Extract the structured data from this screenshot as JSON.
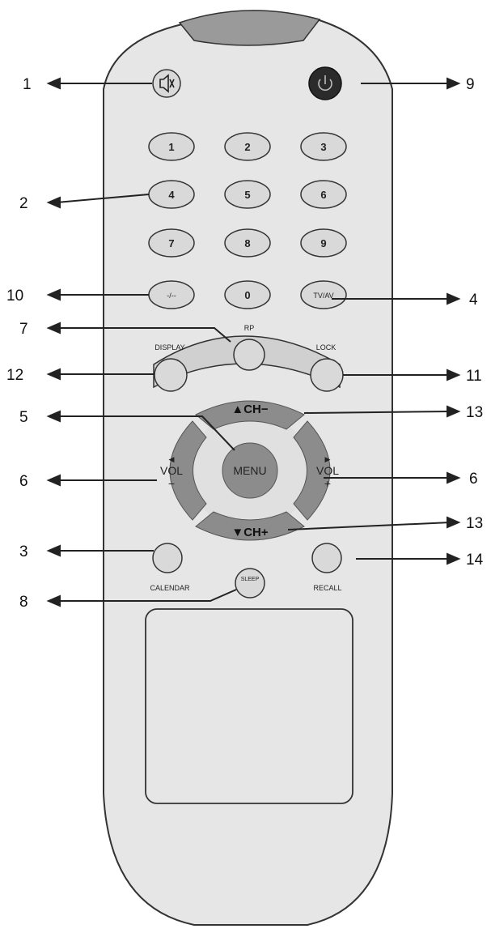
{
  "callouts": {
    "mute": "1",
    "numbers": "2",
    "calendar": "3",
    "tvav": "4",
    "menu": "5",
    "vol_left": "6",
    "vol_right": "6",
    "rp": "7",
    "sleep": "8",
    "power": "9",
    "dash": "10",
    "lock": "11",
    "display": "12",
    "ch_up": "13",
    "ch_down": "13",
    "recall": "14"
  },
  "buttons": {
    "numbers": [
      "1",
      "2",
      "3",
      "4",
      "5",
      "6",
      "7",
      "8",
      "9"
    ],
    "zero": "0",
    "dash": "-/--",
    "tvav": "TV/AV",
    "rp": "RP",
    "display": "DISPLAY",
    "lock": "LOCK",
    "menu": "MENU",
    "ch_up": "▲CH−",
    "ch_down": "▼CH+",
    "vol_left_arrow": "◀",
    "vol_left_text": "VOL",
    "vol_left_sign": "−",
    "vol_right_arrow": "▶",
    "vol_right_text": "VOL",
    "vol_right_sign": "+",
    "calendar": "CALENDAR",
    "sleep": "SLEEP",
    "recall": "RECALL"
  },
  "icons": {
    "mute": "mute-icon",
    "power": "power-icon"
  },
  "colors": {
    "body": "#e6e6e6",
    "button_light": "#d9d9d9",
    "button_dark": "#8c8c8c",
    "power": "#2b2b2b",
    "outline": "#333333"
  }
}
